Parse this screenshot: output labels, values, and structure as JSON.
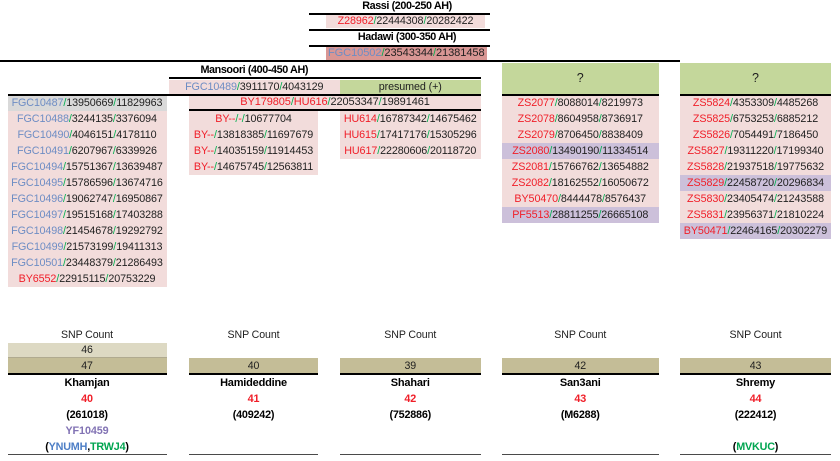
{
  "chart_title": "Y-DNA SNP descendancy chart",
  "colors": {
    "row_pink": "#f2dcdb",
    "row_rose_dark": "#d99694",
    "row_gray": "#d9d9d9",
    "row_lavender": "#ccc0da",
    "header_green": "#c4d79b",
    "tan_light": "#ddd9c3",
    "tan_dark": "#c4bd97",
    "snp_red": "#f01e28",
    "snp_blue": "#6e8dc4",
    "slash_green": "#00b050",
    "purple_text": "#8273b4",
    "code_blue": "#4d7ec6",
    "code_green": "#00a550"
  },
  "top": {
    "rassi_label": "Rassi (200-250 AH)",
    "rassi_row": {
      "text": "Z28962/22444308/20282422",
      "label": "red",
      "bg": "pink"
    },
    "hadawi_label": "Hadawi (300-350 AH)",
    "hadawi_row": {
      "text": "FGC10502/23543344/21381458",
      "label": "blue",
      "bg": "rose"
    },
    "mansoori_label": "Mansoori (400-450 AH)",
    "mansoori_row": {
      "text": "FGC10489/3911170/4043129",
      "label": "blue",
      "bg": "pink"
    },
    "presumed_label": "presumed (+)",
    "question_1": "?",
    "question_2": "?"
  },
  "columns": [
    {
      "name": "khamjan-branch",
      "rows": [
        {
          "text": "FGC10487/13950669/11829963",
          "label": "blue",
          "bg": "gray"
        },
        {
          "text": "FGC10488/3244135/3376094",
          "label": "blue",
          "bg": "pink"
        },
        {
          "text": "FGC10490/4046151/4178110",
          "label": "blue",
          "bg": "pink"
        },
        {
          "text": "FGC10491/6207967/6339926",
          "label": "blue",
          "bg": "pink"
        },
        {
          "text": "FGC10494/15751367/13639487",
          "label": "blue",
          "bg": "pink"
        },
        {
          "text": "FGC10495/15786596/13674716",
          "label": "blue",
          "bg": "pink"
        },
        {
          "text": "FGC10496/19062747/16950867",
          "label": "blue",
          "bg": "pink"
        },
        {
          "text": "FGC10497/19515168/17403288",
          "label": "blue",
          "bg": "pink"
        },
        {
          "text": "FGC10498/21454678/19292792",
          "label": "blue",
          "bg": "pink"
        },
        {
          "text": "FGC10499/21573199/19411313",
          "label": "blue",
          "bg": "pink"
        },
        {
          "text": "FGC10501/23448379/21286493",
          "label": "blue",
          "bg": "pink"
        },
        {
          "text": "BY6552/22915115/20753229",
          "label": "red",
          "bg": "pink"
        }
      ]
    },
    {
      "name": "hamideddine-branch",
      "header": {
        "text": "BY179805/HU616/22053347/19891461",
        "label": "red",
        "bg": "pink"
      },
      "rows": [
        {
          "text": "BY--/-/10677704",
          "label": "red",
          "bg": "pink"
        },
        {
          "text": "BY--/13818385/11697679",
          "label": "red",
          "bg": "pink"
        },
        {
          "text": "BY--/14035159/11914453",
          "label": "red",
          "bg": "pink"
        },
        {
          "text": "BY--/14675745/12563811",
          "label": "red",
          "bg": "pink"
        }
      ]
    },
    {
      "name": "shahari-branch",
      "rows": [
        {
          "text": "HU614/16787342/14675462",
          "label": "red",
          "bg": "pink"
        },
        {
          "text": "HU615/17417176/15305296",
          "label": "red",
          "bg": "pink"
        },
        {
          "text": "HU617/22280606/20118720",
          "label": "red",
          "bg": "pink"
        }
      ]
    },
    {
      "name": "san3ani-branch",
      "rows": [
        {
          "text": "ZS2077/8088014/8219973",
          "label": "red",
          "bg": "pink"
        },
        {
          "text": "ZS2078/8604958/8736917",
          "label": "red",
          "bg": "pink"
        },
        {
          "text": "ZS2079/8706450/8838409",
          "label": "red",
          "bg": "pink"
        },
        {
          "text": "ZS2080/13490190/11334514",
          "label": "red",
          "bg": "lavender"
        },
        {
          "text": "ZS2081/15766762/13654882",
          "label": "red",
          "bg": "pink"
        },
        {
          "text": "ZS2082/18162552/16050672",
          "label": "red",
          "bg": "pink"
        },
        {
          "text": "BY50470/8444478/8576437",
          "label": "red",
          "bg": "pink"
        },
        {
          "text": "PF5513/28811255/26665108",
          "label": "red",
          "bg": "lavender"
        }
      ]
    },
    {
      "name": "shremy-branch",
      "rows": [
        {
          "text": "ZS5824/4353309/4485268",
          "label": "red",
          "bg": "pink"
        },
        {
          "text": "ZS5825/6753253/6885212",
          "label": "red",
          "bg": "pink"
        },
        {
          "text": "ZS5826/7054491/7186450",
          "label": "red",
          "bg": "pink"
        },
        {
          "text": "ZS5827/19311220/17199340",
          "label": "red",
          "bg": "pink"
        },
        {
          "text": "ZS5828/21937518/19775632",
          "label": "red",
          "bg": "pink"
        },
        {
          "text": "ZS5829/22458720/20296834",
          "label": "red",
          "bg": "lavender"
        },
        {
          "text": "ZS5830/23405474/21243588",
          "label": "red",
          "bg": "pink"
        },
        {
          "text": "ZS5831/23956371/21810224",
          "label": "red",
          "bg": "pink"
        },
        {
          "text": "BY50471/22464165/20302279",
          "label": "red",
          "bg": "lavender"
        }
      ]
    }
  ],
  "footer": {
    "snp_count_label": "SNP Count",
    "columns": [
      {
        "count_rows": [
          "46",
          "47"
        ],
        "name": "Khamjan",
        "snp_total": "40",
        "kit": "(261018)",
        "yfull_id": "YF10459",
        "codes": [
          [
            "(",
            "k"
          ],
          [
            "YNUMH",
            "b"
          ],
          [
            ",",
            "k"
          ],
          [
            "TRWJ4",
            "g"
          ],
          [
            ")",
            "k"
          ]
        ]
      },
      {
        "count_rows": [
          "40"
        ],
        "name": "Hamideddine",
        "snp_total": "41",
        "kit": "(409242)"
      },
      {
        "count_rows": [
          "39"
        ],
        "name": "Shahari",
        "snp_total": "42",
        "kit": "(752886)"
      },
      {
        "count_rows": [
          "42"
        ],
        "name": "San3ani",
        "snp_total": "43",
        "kit": "(M6288)"
      },
      {
        "count_rows": [
          "43"
        ],
        "name": "Shremy",
        "snp_total": "44",
        "kit": "(222412)",
        "codes": [
          [
            "(",
            "k"
          ],
          [
            "MVKUC",
            "g"
          ],
          [
            ")",
            "k"
          ]
        ]
      }
    ]
  }
}
